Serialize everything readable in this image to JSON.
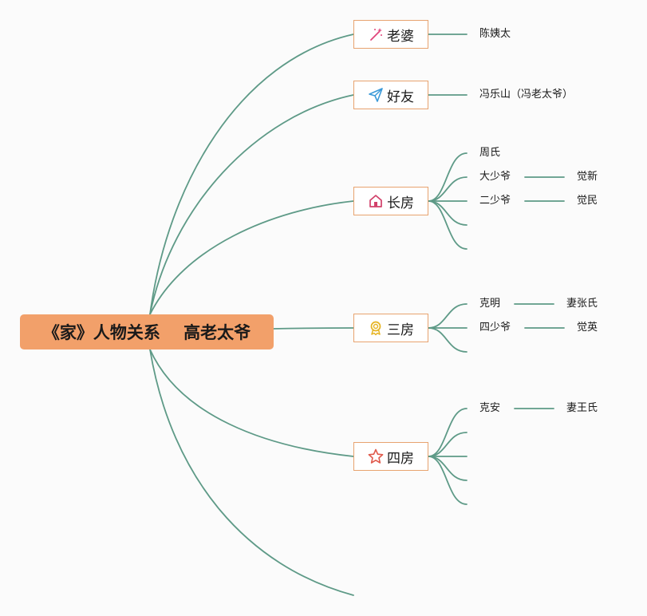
{
  "root": {
    "label": "《家》人物关系    高老太爷"
  },
  "branches": [
    {
      "label": "老婆",
      "icon": "magic-wand-icon",
      "color": "#e0457b"
    },
    {
      "label": "好友",
      "icon": "paper-plane-icon",
      "color": "#3b9ad9"
    },
    {
      "label": "长房",
      "icon": "house-icon",
      "color": "#d2416a"
    },
    {
      "label": "三房",
      "icon": "award-ribbon-icon",
      "color": "#e6b422"
    },
    {
      "label": "四房",
      "icon": "star-icon",
      "color": "#e05a4c"
    }
  ],
  "leaves": {
    "wife": "陈姨太",
    "friend": "冯乐山（冯老太爷）",
    "zhang_1": "周氏",
    "zhang_2": "大少爷",
    "zhang_2_child": "觉新",
    "zhang_3": "二少爷",
    "zhang_3_child": "觉民",
    "san_1": "克明",
    "san_1_child": "妻张氏",
    "san_2": "四少爷",
    "san_2_child": "觉英",
    "si_1": "克安",
    "si_1_child": "妻王氏"
  },
  "colors": {
    "line": "#5e9a87",
    "root_fill": "#f2a06a",
    "branch_border": "#e8a36f"
  }
}
